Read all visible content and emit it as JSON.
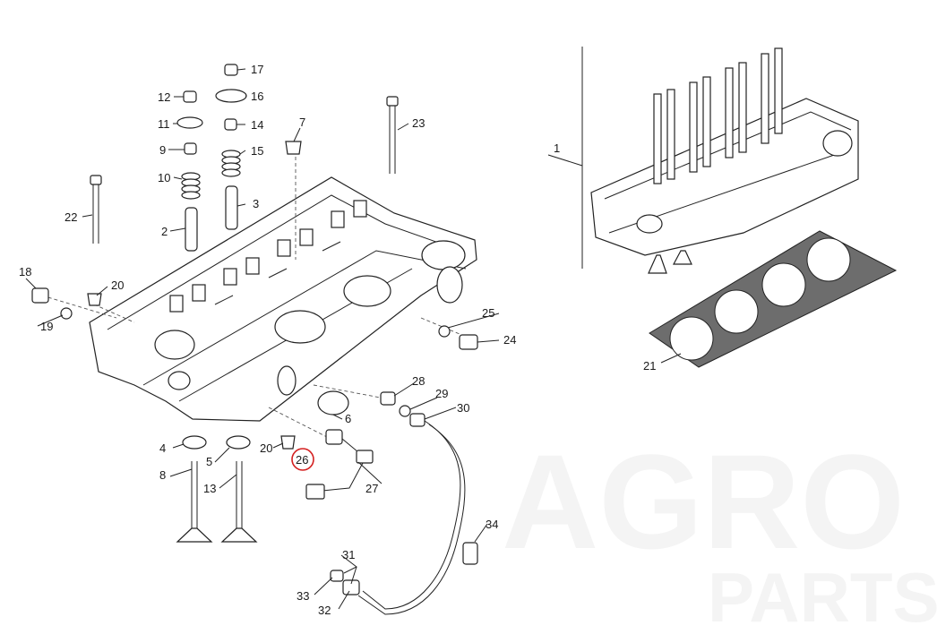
{
  "watermark": {
    "line1": "AGRO",
    "line2": "PARTS"
  },
  "callouts": {
    "c1": "1",
    "c2": "2",
    "c3": "3",
    "c4": "4",
    "c5": "5",
    "c6": "6",
    "c7": "7",
    "c8": "8",
    "c9": "9",
    "c10": "10",
    "c11": "11",
    "c12": "12",
    "c13": "13",
    "c14": "14",
    "c15": "15",
    "c16": "16",
    "c17": "17",
    "c18": "18",
    "c19": "19",
    "c20a": "20",
    "c20b": "20",
    "c21": "21",
    "c22": "22",
    "c23": "23",
    "c24": "24",
    "c25": "25",
    "c26": "26",
    "c27": "27",
    "c28": "28",
    "c29": "29",
    "c30": "30",
    "c31": "31",
    "c32": "32",
    "c33": "33",
    "c34": "34"
  },
  "highlight": {
    "part": "26",
    "color": "#d42020"
  }
}
